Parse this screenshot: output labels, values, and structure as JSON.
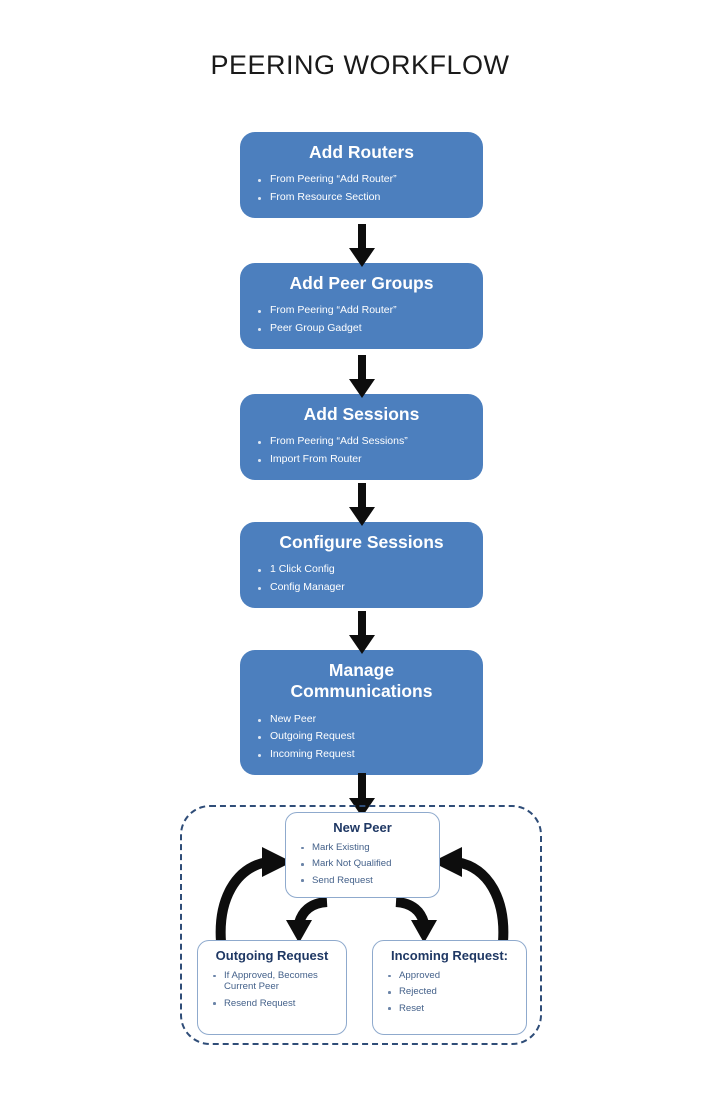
{
  "page": {
    "title": "PEERING WORKFLOW",
    "background_color": "#ffffff"
  },
  "colors": {
    "step_fill": "#4c7fbe",
    "step_text": "#ffffff",
    "sub_border": "#8faacd",
    "sub_title_text": "#1f3864",
    "sub_bullet_text": "#44618a",
    "dashed_border": "#2f4d78",
    "arrow": "#000000"
  },
  "steps": [
    {
      "id": "add-routers",
      "title": "Add Routers",
      "bullets": [
        "From  Peering “Add Router”",
        "From Resource Section"
      ]
    },
    {
      "id": "add-peer-groups",
      "title": "Add Peer Groups",
      "bullets": [
        "From  Peering “Add Router”",
        "Peer Group Gadget"
      ]
    },
    {
      "id": "add-sessions",
      "title": "Add Sessions",
      "bullets": [
        "From  Peering “Add Sessions”",
        "Import  From Router"
      ]
    },
    {
      "id": "configure-sessions",
      "title": "Configure Sessions",
      "bullets": [
        "1 Click Config",
        "Config Manager"
      ]
    },
    {
      "id": "manage-communications",
      "title_line1": "Manage",
      "title_line2": "Communications",
      "title": "Manage Communications",
      "bullets": [
        "New Peer",
        "Outgoing Request",
        "Incoming Request"
      ]
    }
  ],
  "sub_process": {
    "new_peer": {
      "title": "New Peer",
      "bullets": [
        "Mark Existing",
        "Mark Not Qualified",
        "Send Request"
      ]
    },
    "outgoing": {
      "title": "Outgoing Request",
      "bullets": [
        "If Approved, Becomes Current Peer",
        "Resend Request"
      ]
    },
    "incoming": {
      "title": "Incoming Request:",
      "bullets": [
        "Approved",
        "Rejected",
        "Reset"
      ]
    }
  },
  "connectors": [
    {
      "name": "arrow-routers-to-peer-groups",
      "kind": "block-arrow-down"
    },
    {
      "name": "arrow-peer-groups-to-sessions",
      "kind": "block-arrow-down"
    },
    {
      "name": "arrow-sessions-to-configure",
      "kind": "block-arrow-down"
    },
    {
      "name": "arrow-configure-to-manage",
      "kind": "block-arrow-down"
    },
    {
      "name": "arrow-manage-to-new-peer",
      "kind": "block-arrow-down"
    },
    {
      "name": "arrow-new-peer-to-outgoing",
      "kind": "curved-arrow"
    },
    {
      "name": "arrow-new-peer-to-incoming",
      "kind": "curved-arrow"
    },
    {
      "name": "arrow-outgoing-to-new-peer",
      "kind": "curved-arrow"
    },
    {
      "name": "arrow-incoming-to-new-peer",
      "kind": "curved-arrow"
    }
  ]
}
